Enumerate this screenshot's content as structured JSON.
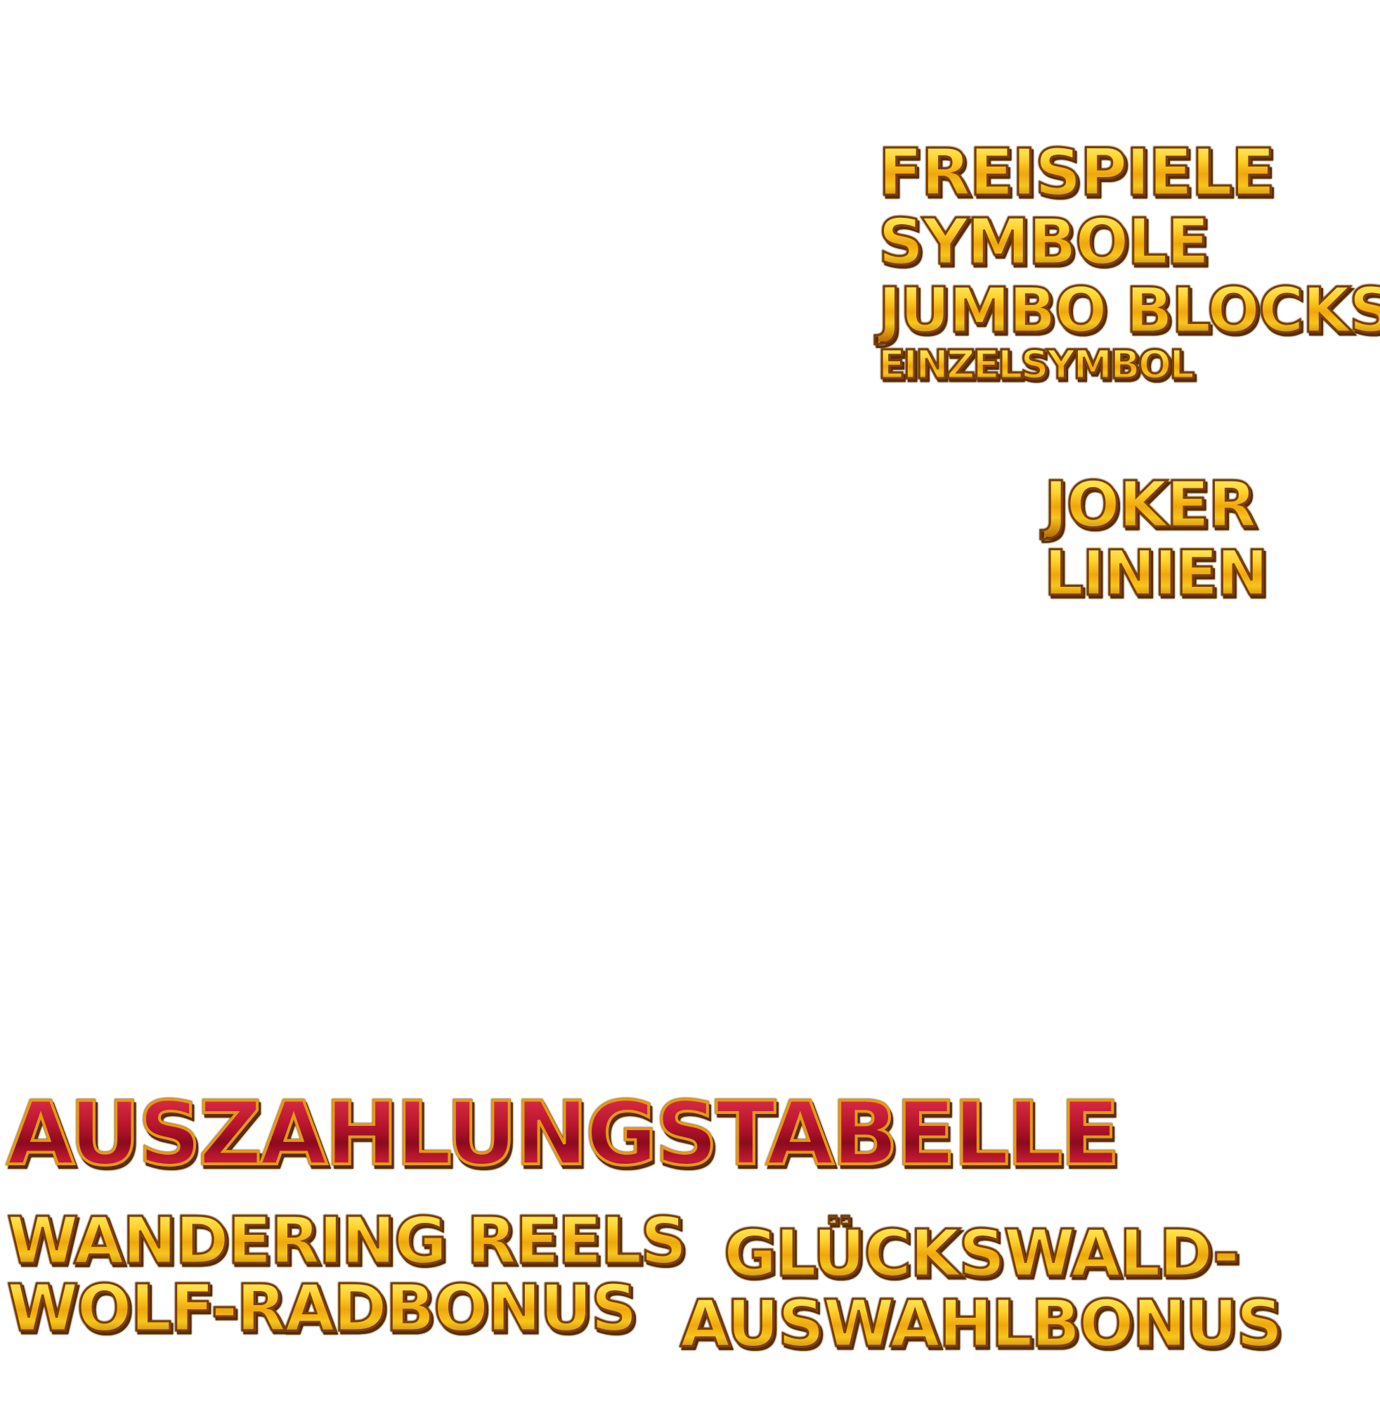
{
  "labels": {
    "freispiele": "FREISPIELE",
    "symbole": "SYMBOLE",
    "jumbo_blocks": "JUMBO BLOCKS",
    "einzelsymbol": "EINZELSYMBOL",
    "joker": "JOKER",
    "linien": "LINIEN",
    "auszahlungstabelle": "AUSZAHLUNGSTABELLE",
    "wandering_reels": "WANDERING REELS",
    "wolf_radbonus": "WOLF-RADBONUS",
    "gluckswald": "GLÜCKSWALD-",
    "auswahlbonus": "AUSWAHLBONUS"
  },
  "colors": {
    "gold_fill": "#f2b413",
    "gold_outline": "#7a3d02",
    "red_fill": "#a8122a",
    "red_outline": "#e49a12",
    "background": "#ffffff"
  }
}
